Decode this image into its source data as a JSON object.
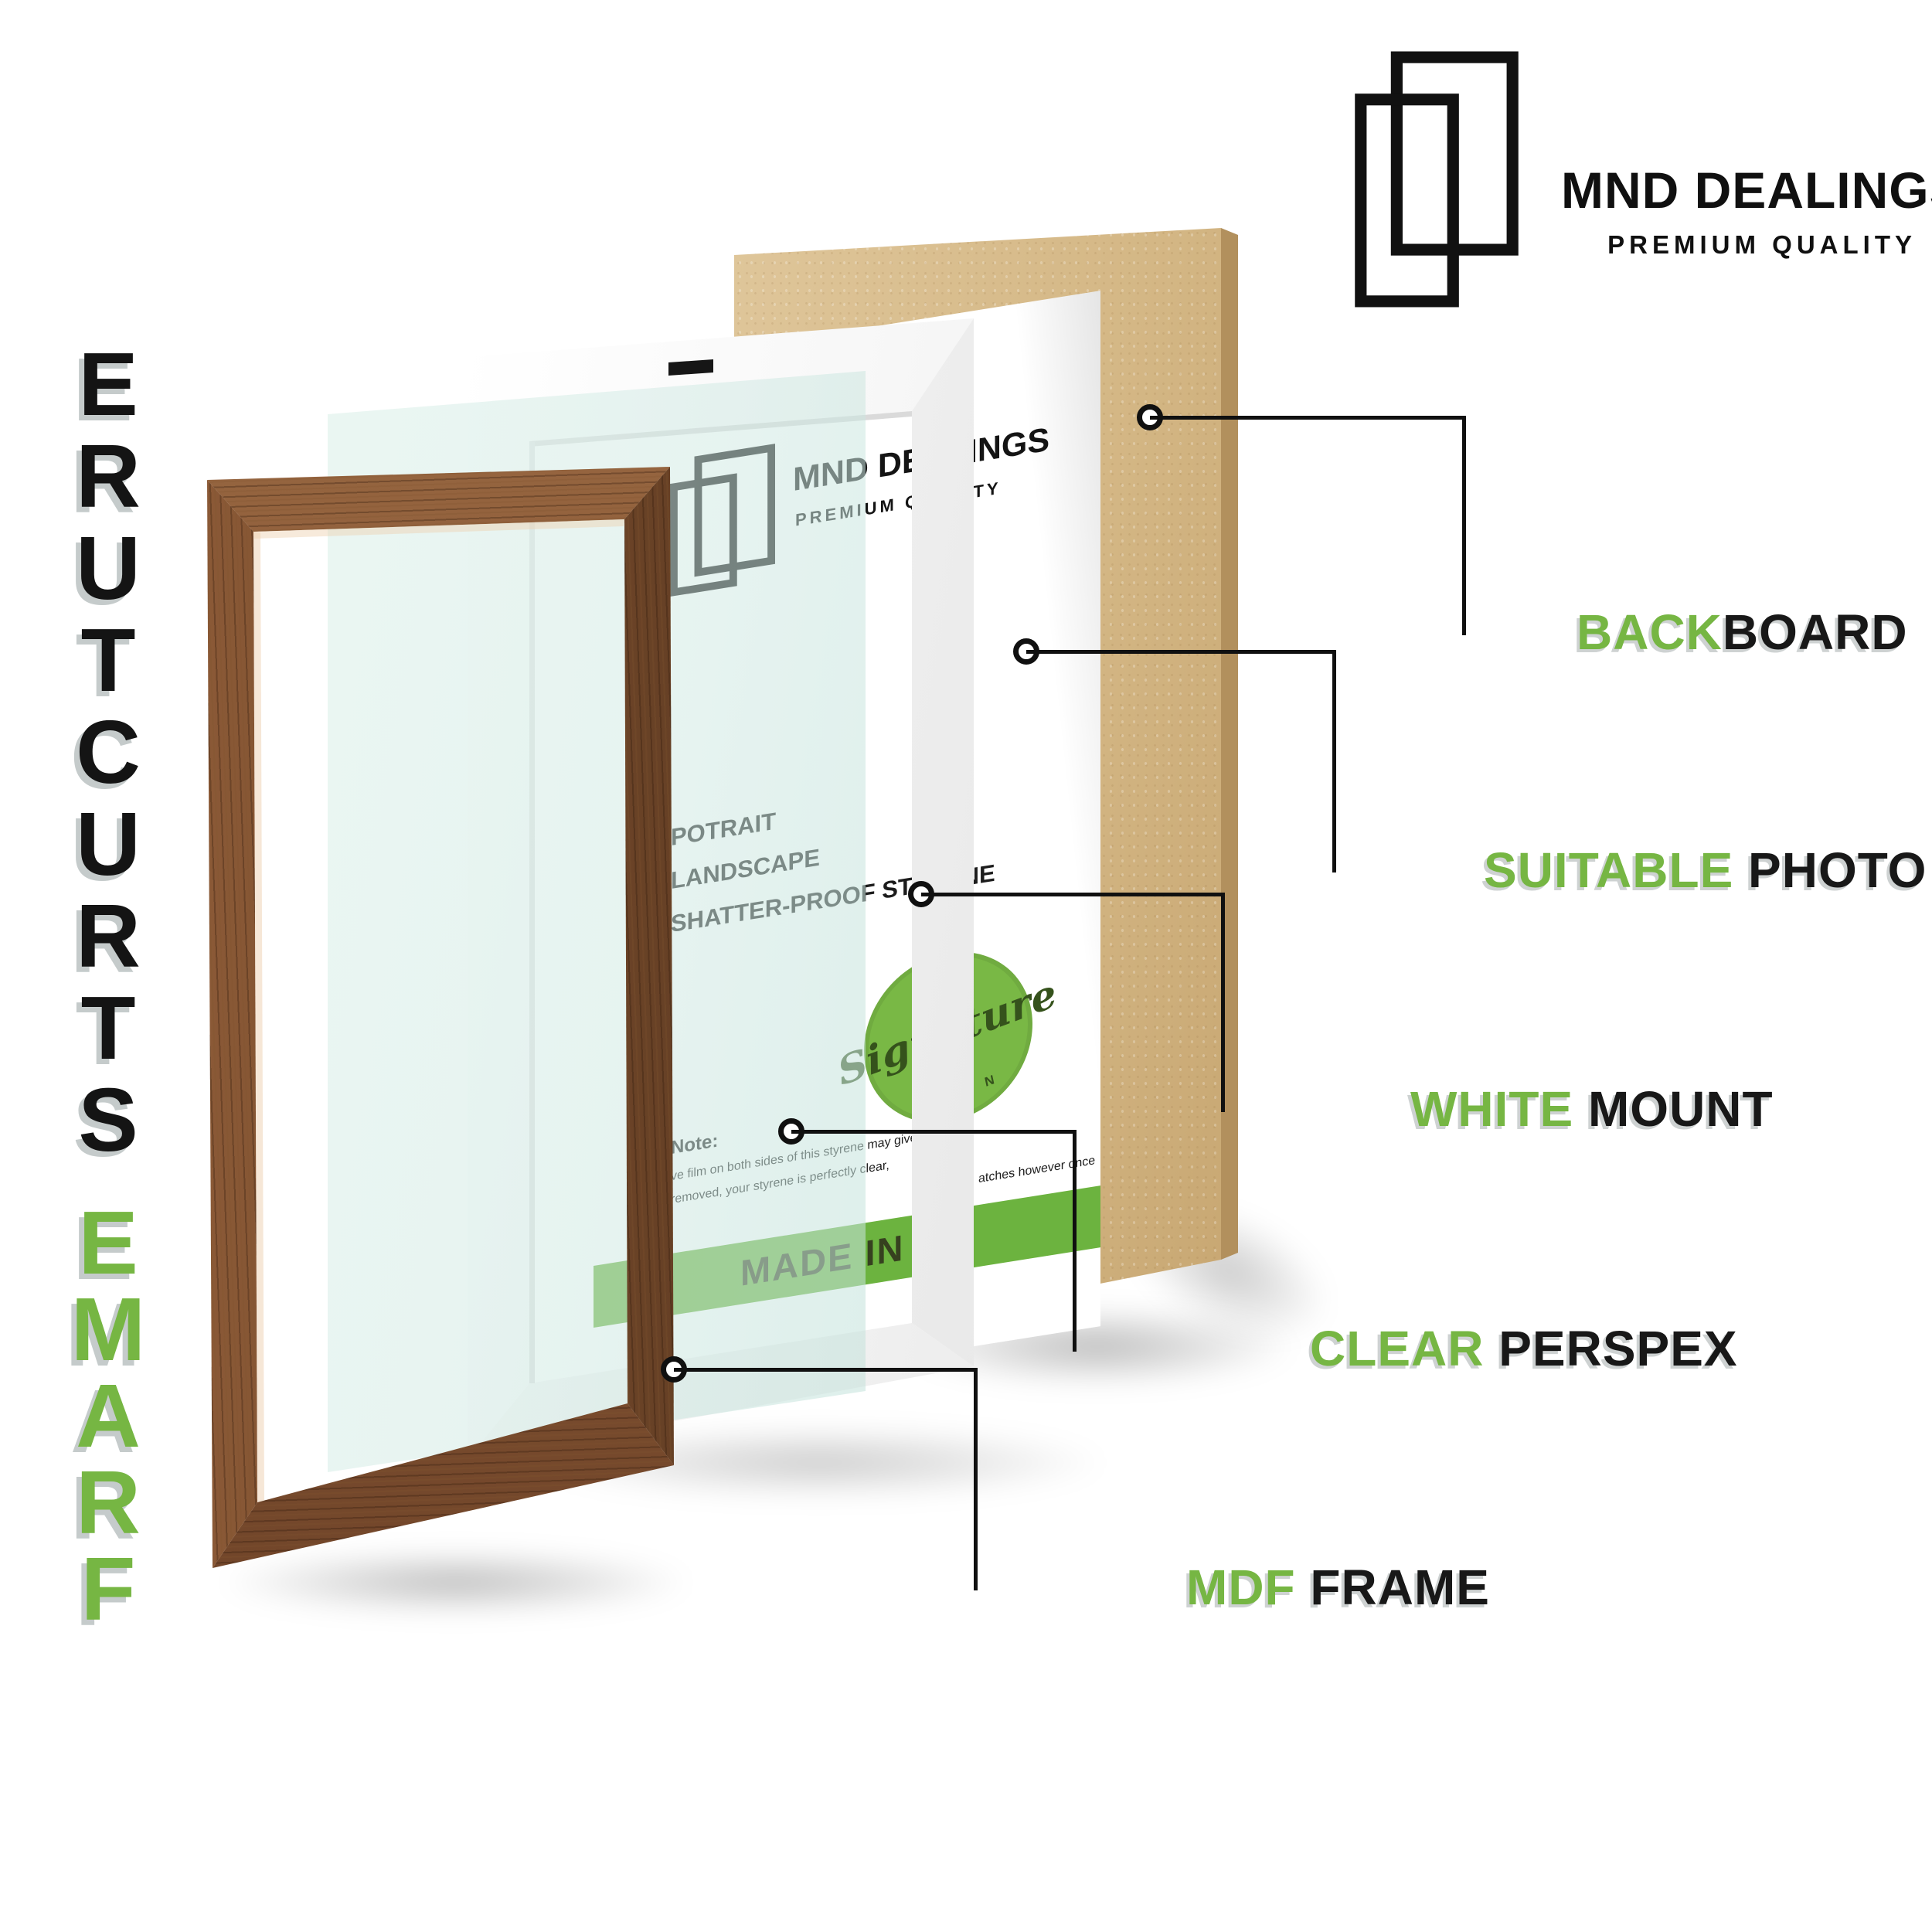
{
  "brand": {
    "name": "MND DEALINGS",
    "tagline": "PREMIUM QUALITY"
  },
  "title": {
    "top_word": "STRUCTURE",
    "bottom_word": "FRAME"
  },
  "callouts": [
    {
      "id": "backboard",
      "green": "BACK",
      "black": "BOARD"
    },
    {
      "id": "suitable-photo",
      "green": "SUITABLE",
      "black": " PHOTO"
    },
    {
      "id": "white-mount",
      "green": "WHITE",
      "black": " MOUNT"
    },
    {
      "id": "clear-perspex",
      "green": "CLEAR",
      "black": " PERSPEX"
    },
    {
      "id": "mdf-frame",
      "green": "MDF",
      "black": " FRAME"
    }
  ],
  "insert": {
    "brand_name": "MND DEALINGS",
    "brand_tagline": "PREMIUM QUALITY",
    "features": [
      "POTRAIT",
      "LANDSCAPE",
      "SHATTER-PROOF STYRENE"
    ],
    "note_title": "Note:",
    "note_lines": [
      "ve film on both sides of this styrene may give the app",
      "removed, your styrene is perfectly clear,"
    ],
    "note_fragment": "atches however once",
    "band_text": "MADE IN",
    "badge_script": "Signature",
    "badge_arc": "T I O N"
  },
  "colors": {
    "accent_green": "#76b643",
    "band_green": "#6cb33f",
    "board_tan": "#d4b785",
    "wood_brown": "#8a5936"
  }
}
